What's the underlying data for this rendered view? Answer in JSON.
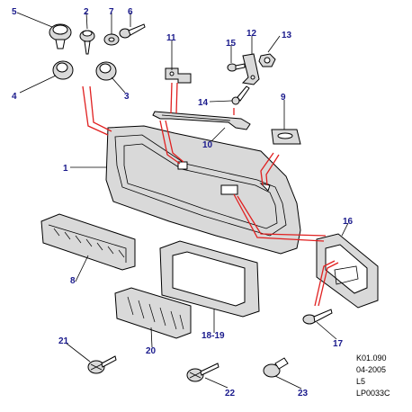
{
  "callouts": {
    "c1": "1",
    "c2": "2",
    "c3": "3",
    "c4": "4",
    "c5": "5",
    "c6": "6",
    "c7": "7",
    "c8": "8",
    "c9": "9",
    "c10": "10",
    "c11": "11",
    "c12": "12",
    "c13": "13",
    "c14": "14",
    "c15": "15",
    "c16": "16",
    "c17": "17",
    "c1819": "18-19",
    "c20": "20",
    "c21": "21",
    "c22": "22",
    "c23": "23"
  },
  "reference": {
    "code": "K01.090",
    "date": "04-2005",
    "model": "L5",
    "drawing": "LP0033C"
  },
  "colors": {
    "callout": "#1a1a8c",
    "routing_line": "#e02020",
    "part_fill": "#d9d9d9"
  }
}
